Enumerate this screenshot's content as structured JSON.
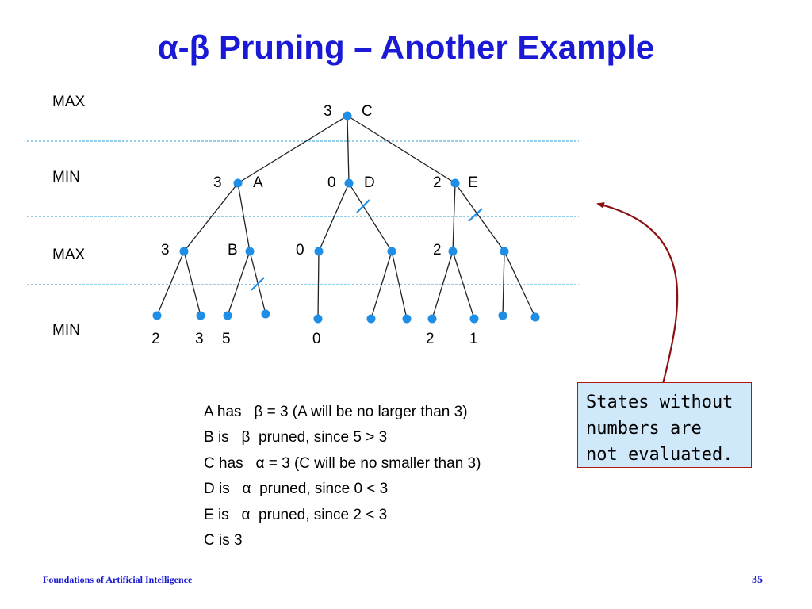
{
  "title": "α-β Pruning – Another Example",
  "levels": [
    "MAX",
    "MIN",
    "MAX",
    "MIN"
  ],
  "nodes": {
    "C": {
      "letter": "C",
      "value": "3"
    },
    "A": {
      "letter": "A",
      "value": "3"
    },
    "D": {
      "letter": "D",
      "value": "0"
    },
    "E": {
      "letter": "E",
      "value": "2"
    },
    "A1": {
      "value": "3"
    },
    "B": {
      "letter": "B"
    },
    "D1": {
      "value": "0"
    },
    "E1": {
      "value": "2"
    },
    "leaves": [
      "2",
      "3",
      "5",
      "0",
      "2",
      "1"
    ]
  },
  "explanation": [
    "A has   β = 3 (A will be no larger than 3)",
    "B is   β  pruned, since 5 > 3",
    "C has   α = 3 (C will be no smaller than 3)",
    "D is   α  pruned, since 0 < 3",
    "E is   α  pruned, since 2 < 3",
    "C is 3"
  ],
  "note": "States without numbers are not evaluated.",
  "footer": "Foundations of Artificial Intelligence",
  "page_number": "35",
  "colors": {
    "title": "#1a1ad6",
    "node": "#1e8ee6",
    "note_fill": "#cfe9fb",
    "note_border": "#b01818",
    "arrow": "#8b1010"
  }
}
